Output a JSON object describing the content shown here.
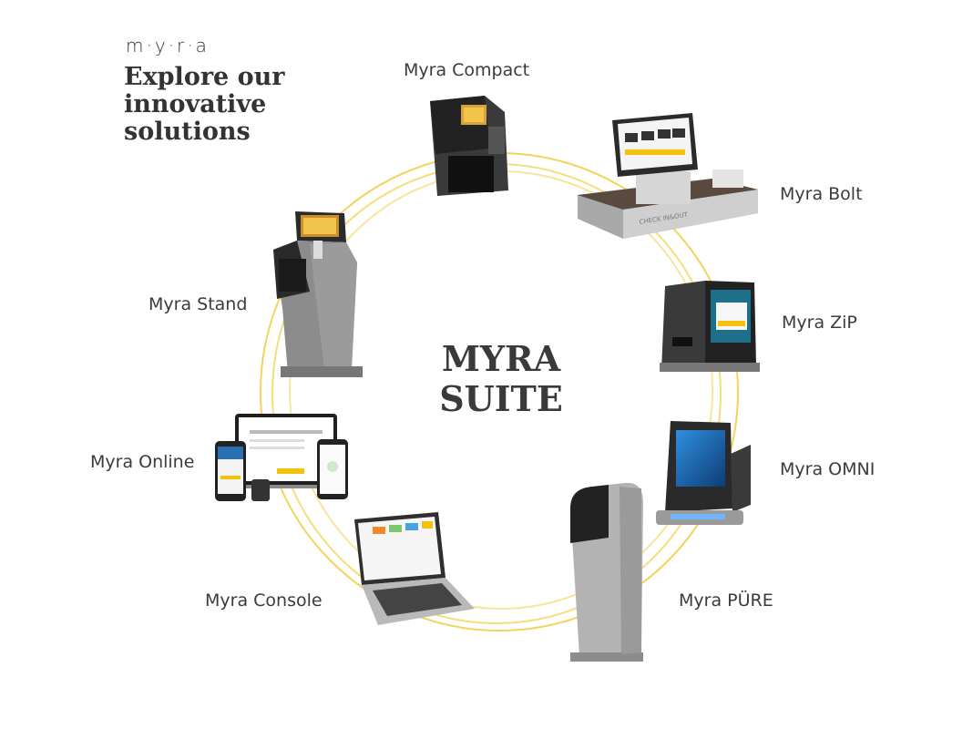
{
  "brand": {
    "logo": "m·y·r·a"
  },
  "headline": {
    "line1": "Explore our",
    "line2": "innovative",
    "line3": "solutions"
  },
  "center": {
    "line1": "MYRA",
    "line2": "SUITE"
  },
  "colors": {
    "ring": "#f3d35a",
    "text": "#3b3b3b",
    "kiosk_dark": "#2a2a2a",
    "kiosk_grey": "#8c8c8c",
    "accent_yellow": "#f4c20d"
  },
  "products": {
    "compact": "Myra Compact",
    "bolt": "Myra Bolt",
    "zip": "Myra ZiP",
    "omni": "Myra OMNI",
    "pure": "Myra PÜRE",
    "console": "Myra Console",
    "online": "Myra Online",
    "stand": "Myra Stand"
  },
  "bolt_counter_text": "CHECK IN&OUT"
}
